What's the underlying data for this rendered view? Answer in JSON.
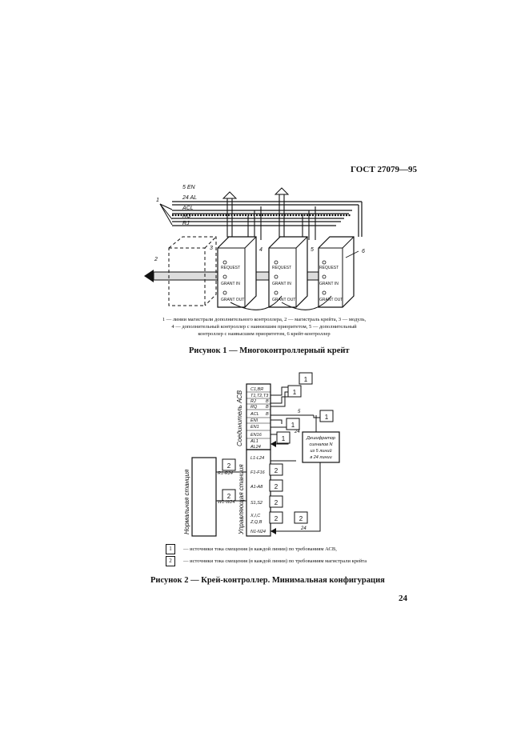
{
  "header": {
    "standard": "ГОСТ 27079—95"
  },
  "figure1": {
    "labels": {
      "en": "5 EN",
      "al": "24 AL",
      "acl": "ACL",
      "rq": "RQ",
      "rj": "RJ",
      "n1": "1",
      "n2": "2",
      "n3": "3",
      "n4": "4",
      "n5": "5",
      "n6": "6"
    },
    "module_text": {
      "request": "REQUEST",
      "grant_in": "GRANT IN",
      "grant_out": "GRANT OUT"
    },
    "caption_line1": "1 — линии магистрали дополнительного контроллера, 2 — магистраль крейта, 3 — модуль,",
    "caption_line2": "4 — дополнительный контроллер с наинизшим приоритетом, 5 — дополнительный",
    "caption_line3": "контроллер с наивысшим приоритетом, 6   крейт-контроллер",
    "title": "Рисунок 1 — Многоконтроллерный крейт"
  },
  "figure2": {
    "vertical_labels": {
      "acb": "Соединитель АСВ",
      "station": "Нормальная станция",
      "control": "Управляющая станция"
    },
    "acb_rows": [
      "C1,ВЯ",
      "T1,T2,T3",
      "RJ",
      "RQ",
      "ACL",
      "ENI",
      "EN1",
      "EN16",
      "AL1",
      "AL24"
    ],
    "right_pins": [
      "B",
      "B",
      "B"
    ],
    "ctrl_rows": [
      "L1-L24",
      "F1-F16",
      "A1-A8",
      "S1,S2",
      "X,I,C",
      "Z,Q,B",
      "N1-N24"
    ],
    "station_rows": [
      "R1-R24",
      "W1-W24"
    ],
    "box1": "1",
    "box2": "2",
    "decoder": [
      "Дешифратор",
      "сигналов N",
      "из 5 линий",
      "в 24 линии"
    ],
    "bus_labels": {
      "n5": "5",
      "n24a": "24",
      "n24b": "24"
    },
    "legend": [
      {
        "box": "1",
        "text": "— источники тока смещения (в каждой линии) по требованиям АСВ,"
      },
      {
        "box": "2",
        "text": "— источники тока смещения (в каждой линии) по требованиям магистрали крейта"
      }
    ],
    "title": "Рисунок 2 — Крей-контроллер. Минимальная конфигурация"
  },
  "page_number": "24"
}
